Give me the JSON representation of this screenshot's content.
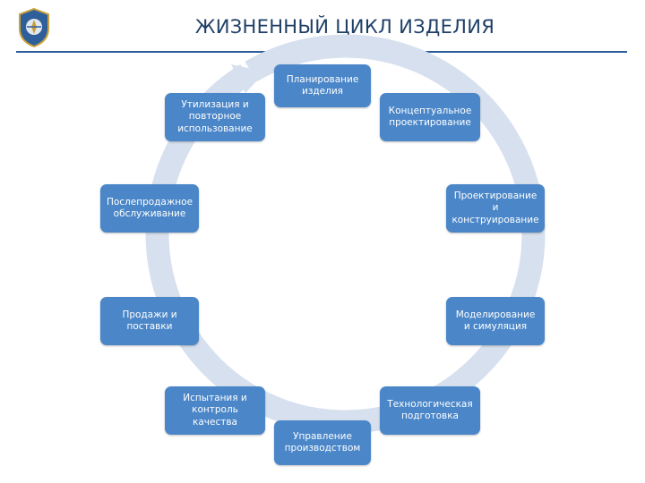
{
  "title": "ЖИЗНЕННЫЙ ЦИКЛ ИЗДЕЛИЯ",
  "colors": {
    "node": "#4a86c8",
    "ring": "#d6e0ee",
    "title": "#1f3f66",
    "line": "#2f5f9a"
  },
  "logo_icon": "university-emblem-icon",
  "nodes": [
    {
      "text": "Планирование изделия"
    },
    {
      "text": "Концептуальное проектирование"
    },
    {
      "text": "Проектирование и конструирование"
    },
    {
      "text": "Моделирование и симуляция"
    },
    {
      "text": "Технологическая подготовка"
    },
    {
      "text": "Управление производством"
    },
    {
      "text": "Испытания и контроль качества"
    },
    {
      "text": "Продажи и поставки"
    },
    {
      "text": "Послепродажное обслуживание"
    },
    {
      "text": "Утилизация и повторное использование"
    }
  ]
}
